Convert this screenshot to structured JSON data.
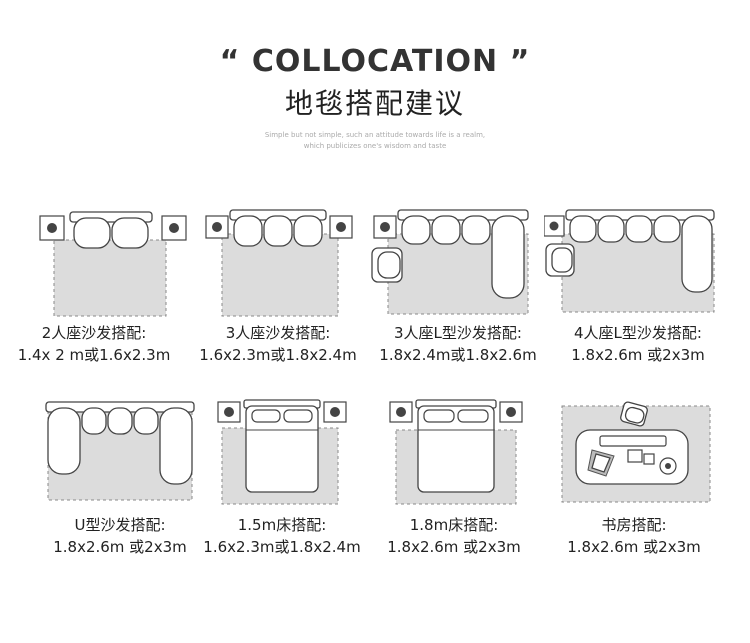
{
  "header": {
    "quote_open": "“",
    "title_en": "COLLOCATION",
    "quote_close": "”",
    "title_cn": "地毯搭配建议",
    "tagline_1": "Simple but not simple, such an attitude towards life is a realm,",
    "tagline_2": "which publicizes one's wisdom and taste"
  },
  "cards": [
    {
      "label": "2人座沙发搭配:",
      "size": "1.4x 2 m或1.6x2.3m"
    },
    {
      "label": "3人座沙发搭配:",
      "size": "1.6x2.3m或1.8x2.4m"
    },
    {
      "label": "3人座L型沙发搭配:",
      "size": "1.8x2.4m或1.8x2.6m"
    },
    {
      "label": "4人座L型沙发搭配:",
      "size": "1.8x2.6m 或2x3m"
    },
    {
      "label": "U型沙发搭配:",
      "size": "1.8x2.6m 或2x3m"
    },
    {
      "label": "1.5m床搭配:",
      "size": "1.6x2.3m或1.8x2.4m"
    },
    {
      "label": "1.8m床搭配:",
      "size": "1.8x2.6m 或2x3m"
    },
    {
      "label": "书房搭配:",
      "size": "1.8x2.6m 或2x3m"
    }
  ]
}
